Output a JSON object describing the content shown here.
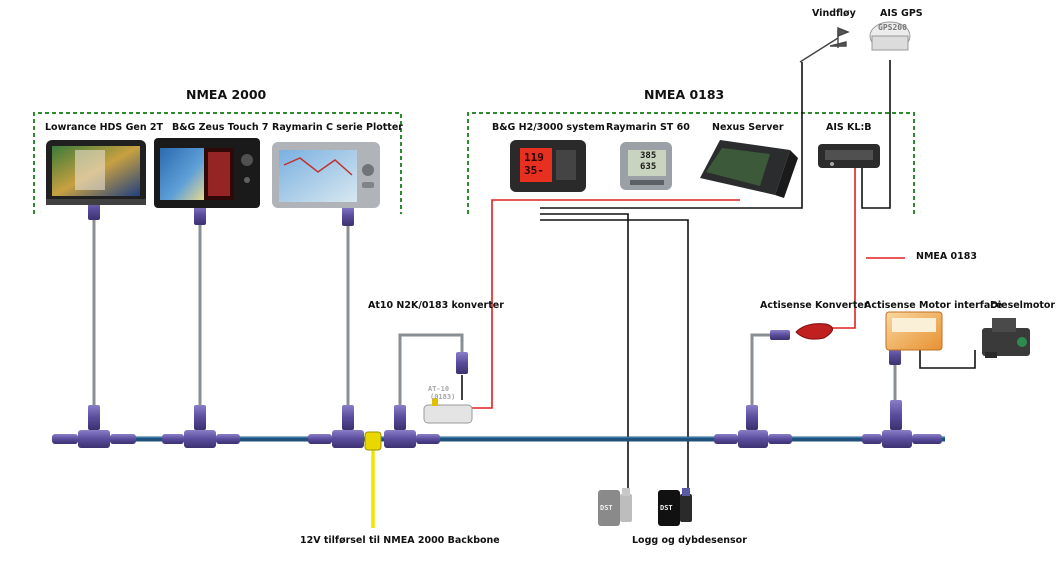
{
  "groups": {
    "nmea2000": {
      "title": "NMEA 2000"
    },
    "nmea0183": {
      "title": "NMEA 0183"
    }
  },
  "devices": {
    "lowrance": "Lowrance HDS Gen 2T",
    "zeus": "B&G Zeus Touch 7",
    "raymarine_c": "Raymarin C serie Plotter",
    "bg_h2": "B&G H2/3000 system",
    "st60": "Raymarin ST 60",
    "nexus": "Nexus Server",
    "ais_klb": "AIS KL:B",
    "vindfloy": "Vindfløy",
    "ais_gps": "AIS GPS",
    "at10": "At10 N2K/0183 konverter",
    "actisense_konv": "Actisense Konverter",
    "actisense_motor": "Actisense Motor interface",
    "dieselmotor": "Dieselmotor",
    "power": "12V tilførsel til NMEA 2000 Backbone",
    "logg": "Logg og dybdesensor"
  },
  "legend": {
    "nmea0183": "NMEA 0183"
  },
  "chips": {
    "gps200": "GPS200",
    "at10_line1": "AT-10",
    "at10_line2": "(0183)",
    "bg_top": "119",
    "bg_bottom": "35-",
    "st_top": "385",
    "st_bottom": "635",
    "dst_a": "DST",
    "dst_b": "DST"
  },
  "colors": {
    "backbone": "#1f4f7a",
    "backbone_highlight": "#3a78a8",
    "dashed_border": "#2e8b2e",
    "nmea0183_wire": "#e02020",
    "signal_wire": "#111111",
    "drop_cable": "#8a8f94",
    "connector": "#6a5aa8",
    "power_wire": "#f2e600"
  }
}
